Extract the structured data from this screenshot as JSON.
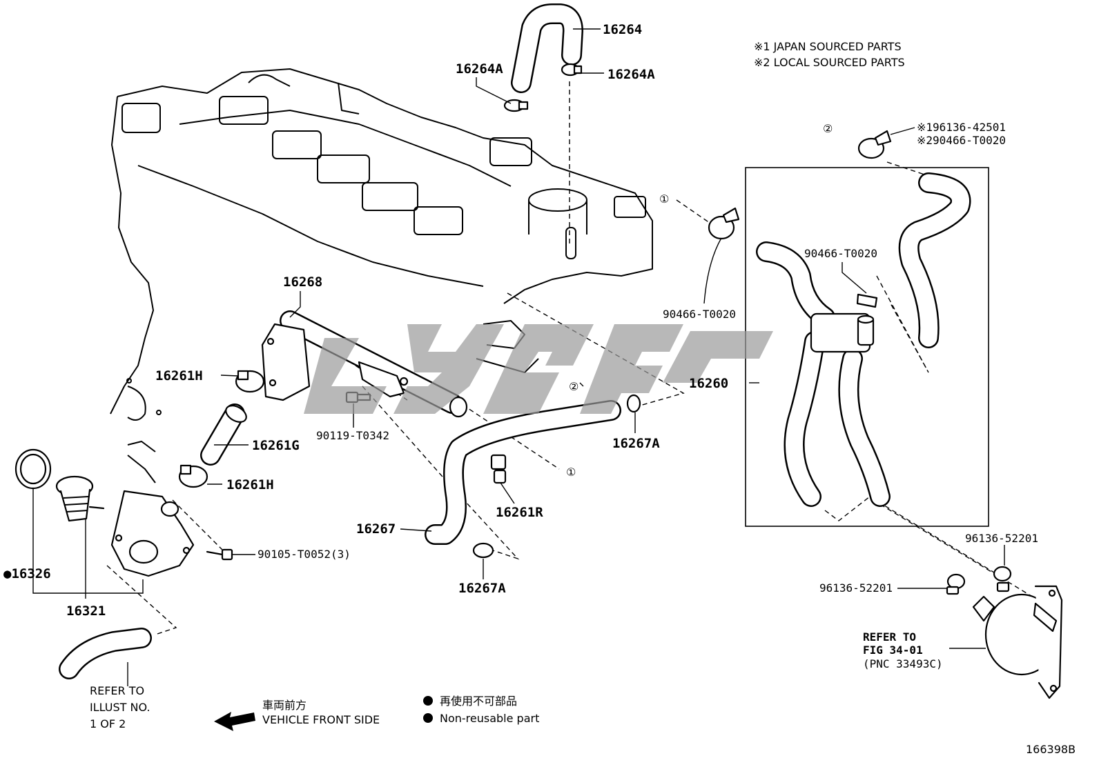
{
  "notes": {
    "note1": "※1 JAPAN SOURCED PARTS",
    "note2": "※2 LOCAL SOURCED PARTS"
  },
  "callouts": {
    "c16264": "16264",
    "c16264A_left": "16264A",
    "c16264A_right": "16264A",
    "c96136_42501": "※196136-42501",
    "c90466_T0020_2": "※290466-T0020",
    "c90466_T0020_box": "90466-T0020",
    "c90466_T0020_left": "90466-T0020",
    "c16268": "16268",
    "c16261H_top": "16261H",
    "c16261G": "16261G",
    "c16261H_bottom": "16261H",
    "c90119_T0342": "90119-T0342",
    "c16260": "16260",
    "c16267A_right": "16267A",
    "c16261R": "16261R",
    "c16267": "16267",
    "c16267A_bottom": "16267A",
    "c90105_T0052": "90105-T0052(3)",
    "c16326": "●16326",
    "c16321": "16321",
    "c96136_52201_top": "96136-52201",
    "c96136_52201_left": "96136-52201"
  },
  "markers": {
    "m1": "①",
    "m2": "②"
  },
  "refer_cooler": {
    "line1": "REFER TO",
    "line2": "FIG 34-01",
    "line3": "(PNC 33493C)"
  },
  "refer_illust": {
    "line1": "REFER TO",
    "line2": "ILLUST NO.",
    "line3": "1 OF 2"
  },
  "legend": {
    "front_jp": "車両前方",
    "front_en": "VEHICLE FRONT SIDE",
    "nonreuse_jp": "再使用不可部品",
    "nonreuse_en": "Non-reusable part"
  },
  "figure_id": "166398B"
}
